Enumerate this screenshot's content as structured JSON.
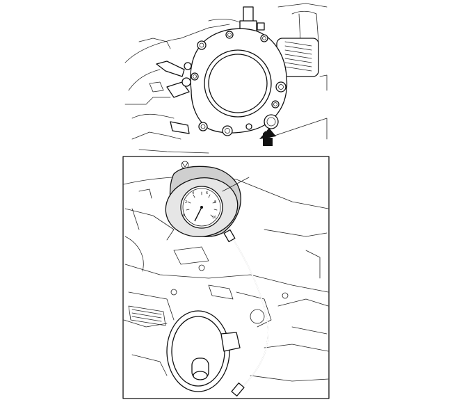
{
  "figure": {
    "colors": {
      "ink": "#111111",
      "gauge_body": "#cfcfcf",
      "background": "#ffffff",
      "arrow": "#111111"
    },
    "top_panel": {
      "subject": "engine-housing-view",
      "callout": "arrow-pointing-up-at-bolt-hole"
    },
    "bottom_panel": {
      "subject": "pressure-gauge-connected-via-hose",
      "gauge": {
        "dial_ticks": [
          "0",
          "2",
          "4",
          "6",
          "8",
          "10"
        ]
      },
      "callout": "leader-line-to-gauge"
    }
  }
}
